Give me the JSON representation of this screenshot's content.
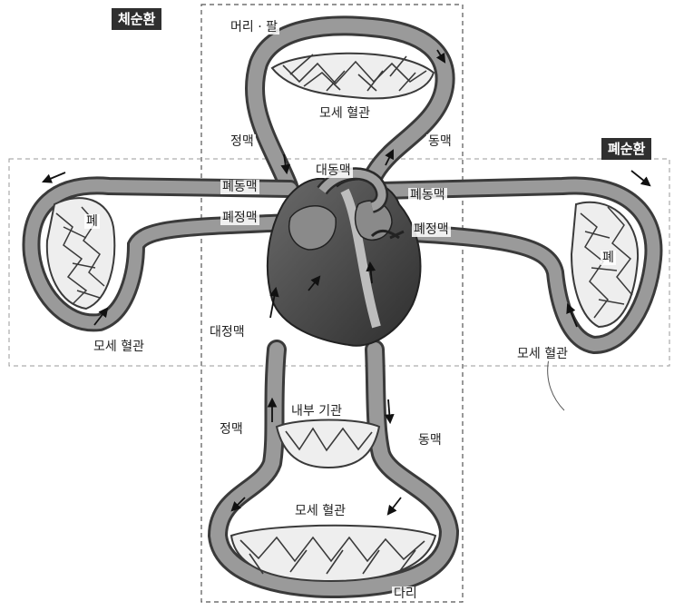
{
  "systemic_tag": "체순환",
  "pulmonary_tag": "폐순환",
  "labels": {
    "head_arm": "머리 · 팔",
    "capillary_top": "모세 혈관",
    "vein_upper": "정맥",
    "artery_upper": "동맥",
    "aorta": "대동맥",
    "pulm_artery_left": "폐동맥",
    "pulm_vein_left": "폐정맥",
    "pulm_artery_right": "폐동맥",
    "pulm_vein_right": "폐정맥",
    "lung_left": "폐",
    "lung_right": "폐",
    "capillary_left": "모세 혈관",
    "capillary_right": "모세 혈관",
    "vena_cava": "대정맥",
    "internal_organs": "내부 기관",
    "vein_lower": "정맥",
    "artery_lower": "동맥",
    "capillary_bottom": "모세 혈관",
    "leg": "다리"
  },
  "colors": {
    "vessel": "#8a8a8a",
    "vessel_outline": "#3a3a3a",
    "heart_dark": "#4a4a4a",
    "tag_bg": "#2f2f2f"
  }
}
